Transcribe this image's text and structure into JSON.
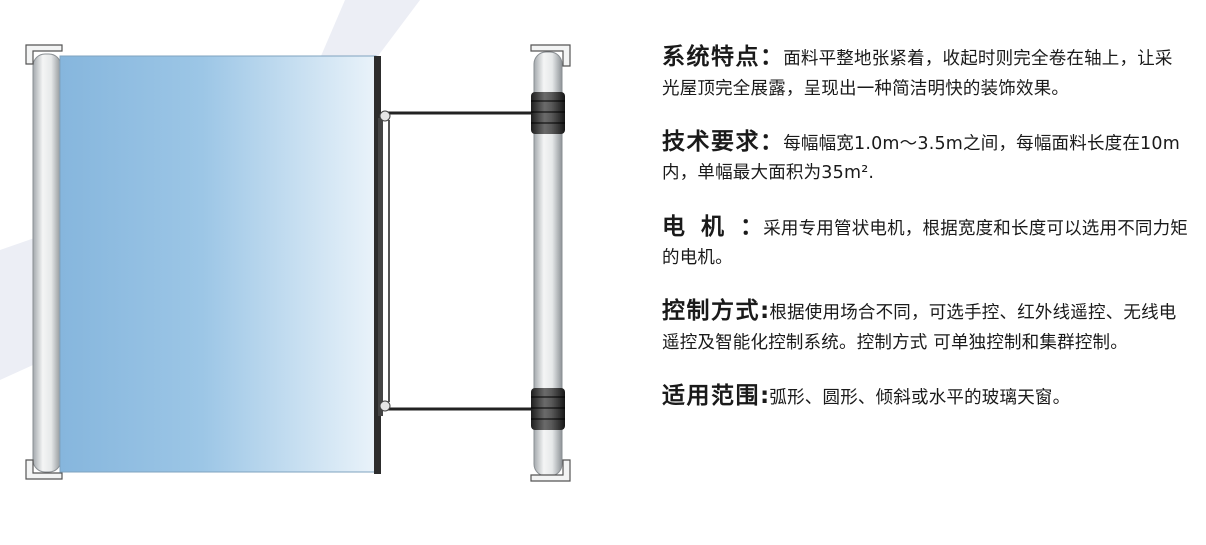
{
  "colors": {
    "fabric_left": "#86b6dd",
    "fabric_right": "#e6f1f9",
    "tube_light": "#f2f3f3",
    "tube_dark": "#9ea3a7",
    "watermark": "#e8e9f2"
  },
  "icons": [
    "bracket-icon",
    "motor-icon"
  ],
  "specs": [
    {
      "label": "系统特点",
      "sep": "：",
      "text": "面料平整地张紧着，收起时则完全卷在轴上，让采光屋顶完全展露，呈现出一种简洁明快的装饰效果。"
    },
    {
      "label": "技术要求",
      "sep": "：",
      "text": "每幅幅宽1.0m～3.5m之间，每幅面料长度在10m内，单幅最大面积为35m²."
    },
    {
      "label": "电机",
      "sep": "：",
      "text": "采用专用管状电机，根据宽度和长度可以选用不同力矩的电机。"
    },
    {
      "label": "控制方式",
      "sep": ":",
      "text": "根据使用场合不同，可选手控、红外线遥控、无线电遥控及智能化控制系统。控制方式 可单独控制和集群控制。"
    },
    {
      "label": "适用范围",
      "sep": ":",
      "text": "弧形、圆形、倾斜或水平的玻璃天窗。"
    }
  ]
}
